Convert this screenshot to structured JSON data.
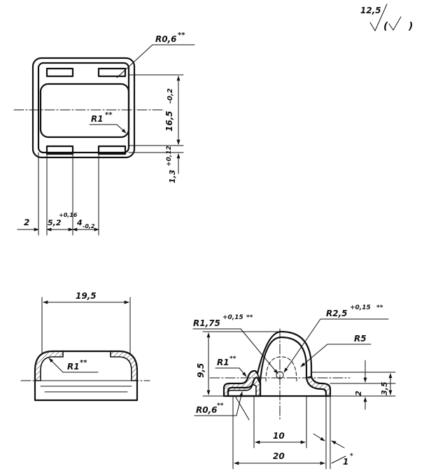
{
  "roughness": {
    "value": "12,5",
    "paren_open": "(",
    "paren_close": ")"
  },
  "top_view": {
    "corner_radius_outer": "R0,6",
    "corner_radius_outer_mark": "**",
    "inner_radius": "R1",
    "inner_radius_mark": "**",
    "height_dim": "16,5",
    "height_tol": "-0,2",
    "slot_dim": "1,3",
    "slot_tol": "+0,12",
    "edge_dim": "2",
    "slot_pos_dim": "5,2",
    "slot_pos_tol": "+0,16",
    "slot_width_dim": "4",
    "slot_width_tol": "-0,2"
  },
  "side_view": {
    "width_dim": "19,5",
    "radius": "R1",
    "radius_mark": "**"
  },
  "section_view": {
    "r_small": "R1,75",
    "r_small_tol": "+0,15",
    "r_small_mark": "**",
    "r_large": "R2,5",
    "r_large_tol": "+0,15",
    "r_large_mark": "**",
    "r_outer": "R5",
    "r_inner": "R1",
    "r_inner_mark": "**",
    "r_base": "R0,6",
    "r_base_mark": "**",
    "height_dim": "9,5",
    "step_dim": "2",
    "step_total_dim": "3,5",
    "center_width_dim": "10",
    "total_width_dim": "20",
    "thickness_dim": "1",
    "thickness_mark": "*"
  }
}
